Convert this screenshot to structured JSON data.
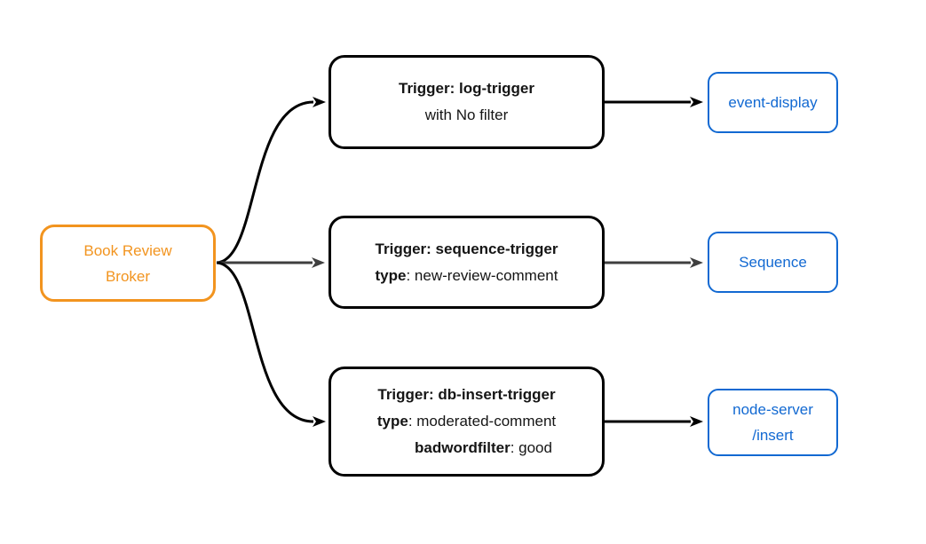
{
  "colors": {
    "orange": "#F2941F",
    "blue": "#1269D2",
    "black": "#000000",
    "gray": "#3F3F3F",
    "background": "#FFFFFF"
  },
  "broker": {
    "line1": "Book Review",
    "line2": "Broker"
  },
  "triggers": [
    {
      "lines": [
        {
          "bold": "Trigger: log-trigger",
          "rest": ""
        },
        {
          "bold": "",
          "rest": "with No filter"
        }
      ]
    },
    {
      "lines": [
        {
          "bold": "Trigger: sequence-trigger",
          "rest": ""
        },
        {
          "bold": "type",
          "rest": ": new-review-comment"
        }
      ]
    },
    {
      "lines": [
        {
          "bold": "Trigger: db-insert-trigger",
          "rest": ""
        },
        {
          "bold": "type",
          "rest": ": moderated-comment"
        },
        {
          "bold": "badwordfilter",
          "rest": ": good"
        }
      ]
    }
  ],
  "sinks": [
    {
      "line1": "event-display",
      "line2": ""
    },
    {
      "line1": "Sequence",
      "line2": ""
    },
    {
      "line1": "node-server",
      "line2": "/insert"
    }
  ],
  "edges": [
    {
      "from": "broker",
      "to": "trigger-log",
      "color": "#000000"
    },
    {
      "from": "broker",
      "to": "trigger-sequence",
      "color": "#3F3F3F"
    },
    {
      "from": "broker",
      "to": "trigger-db-insert",
      "color": "#000000"
    },
    {
      "from": "trigger-log",
      "to": "event-display",
      "color": "#000000"
    },
    {
      "from": "trigger-sequence",
      "to": "sequence",
      "color": "#3F3F3F"
    },
    {
      "from": "trigger-db-insert",
      "to": "node-server-insert",
      "color": "#000000"
    }
  ]
}
